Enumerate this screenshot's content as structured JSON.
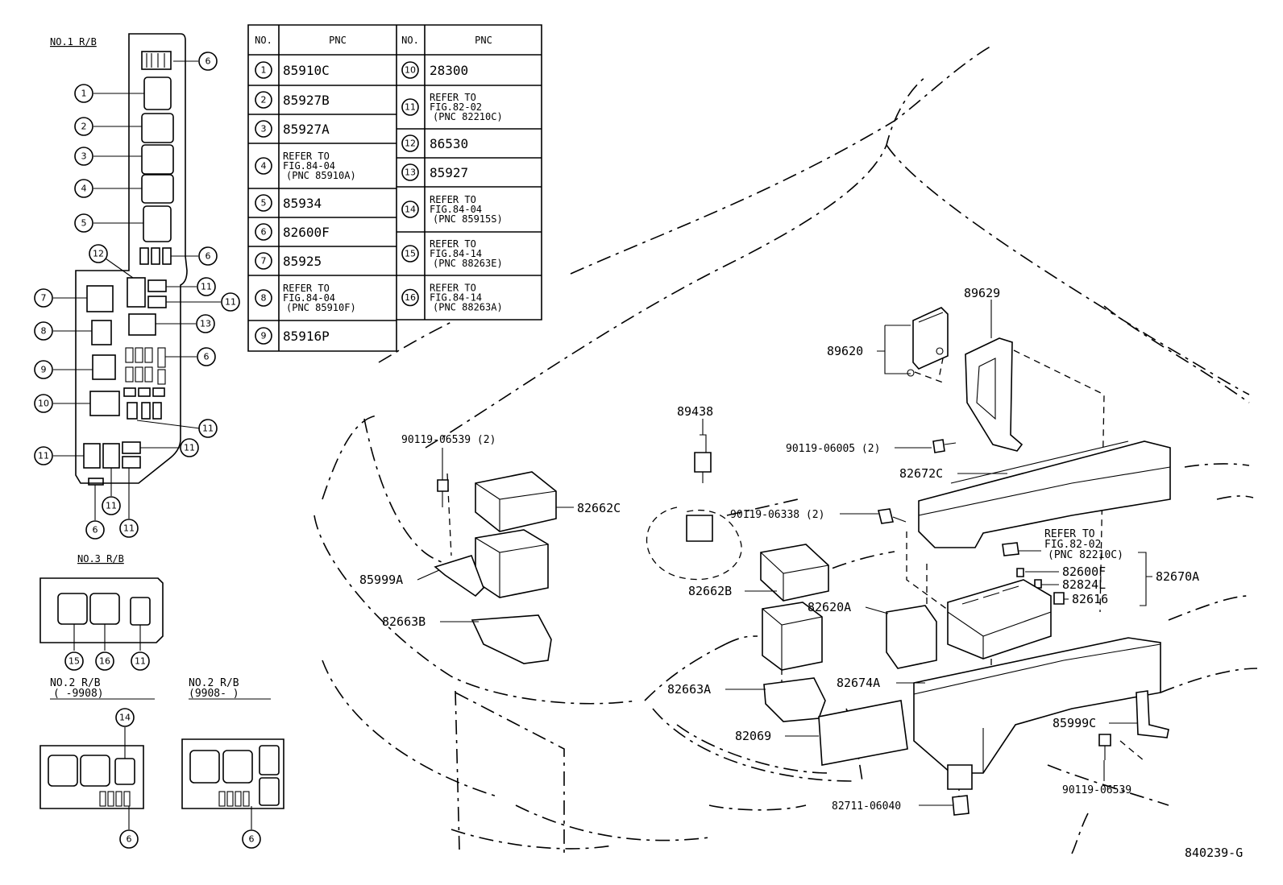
{
  "diagram_id": "840239-G",
  "relay_blocks": {
    "no1": "NO.1 R/B",
    "no3": "NO.3 R/B",
    "no2_early": {
      "line1": "NO.2 R/B",
      "line2": "(     -9908)"
    },
    "no2_late": {
      "line1": "NO.2 R/B",
      "line2": "(9908-     )"
    }
  },
  "table": {
    "col_no": "NO.",
    "col_pnc": "PNC",
    "left_rows": [
      {
        "no": "1",
        "pnc": [
          "85910C"
        ]
      },
      {
        "no": "2",
        "pnc": [
          "85927B"
        ]
      },
      {
        "no": "3",
        "pnc": [
          "85927A"
        ]
      },
      {
        "no": "4",
        "pnc": [
          "REFER TO",
          "FIG.84-04",
          "(PNC 85910A)"
        ]
      },
      {
        "no": "5",
        "pnc": [
          "85934"
        ]
      },
      {
        "no": "6",
        "pnc": [
          "82600F"
        ]
      },
      {
        "no": "7",
        "pnc": [
          "85925"
        ]
      },
      {
        "no": "8",
        "pnc": [
          "REFER TO",
          "FIG.84-04",
          "(PNC 85910F)"
        ]
      },
      {
        "no": "9",
        "pnc": [
          "85916P"
        ]
      }
    ],
    "right_rows": [
      {
        "no": "10",
        "pnc": [
          "28300"
        ]
      },
      {
        "no": "11",
        "pnc": [
          "REFER TO",
          "FIG.82-02",
          "(PNC 82210C)"
        ]
      },
      {
        "no": "12",
        "pnc": [
          "86530"
        ]
      },
      {
        "no": "13",
        "pnc": [
          "85927"
        ]
      },
      {
        "no": "14",
        "pnc": [
          "REFER TO",
          "FIG.84-04",
          "(PNC 85915S)"
        ]
      },
      {
        "no": "15",
        "pnc": [
          "REFER TO",
          "FIG.84-14",
          "(PNC 88263E)"
        ]
      },
      {
        "no": "16",
        "pnc": [
          "REFER TO",
          "FIG.84-14",
          "(PNC 88263A)"
        ]
      }
    ]
  },
  "callout_numbers": [
    "1",
    "2",
    "3",
    "4",
    "5",
    "6",
    "7",
    "8",
    "9",
    "10",
    "11",
    "12",
    "13",
    "14",
    "15",
    "16"
  ],
  "part_labels": {
    "p89629": "89629",
    "p89620": "89620",
    "p89438": "89438",
    "p90119_06539_2": "90119-06539 (2)",
    "p90119_06005_2": "90119-06005 (2)",
    "p82672C": "82672C",
    "p90119_06338_2": "90119-06338 (2)",
    "p82662C": "82662C",
    "p85999A": "85999A",
    "p82663B": "82663B",
    "p82662B": "82662B",
    "p82620A": "82620A",
    "refer_line1": "REFER TO",
    "refer_line2": "FIG.82-02",
    "refer_line3": "(PNC 82210C)",
    "p82600F": "82600F",
    "p82824L": "82824L",
    "p82616": "82616",
    "p82670A": "82670A",
    "p82674A": "82674A",
    "p82663A": "82663A",
    "p82069": "82069",
    "p85999C": "85999C",
    "p90119_06539": "90119-06539",
    "p82711_06040": "82711-06040"
  }
}
